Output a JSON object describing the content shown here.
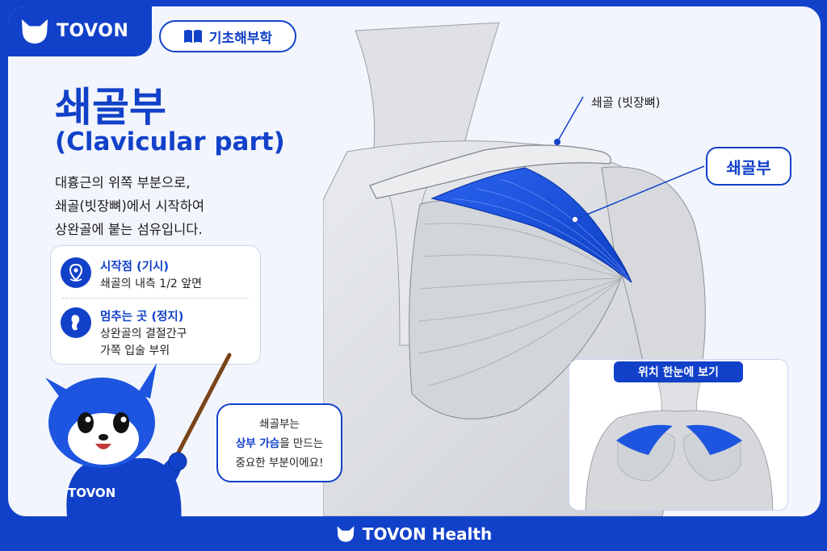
{
  "brand": {
    "name": "TOVON",
    "logo_icon": "fox-head-icon"
  },
  "category": {
    "label": "기초해부학",
    "icon": "book-icon"
  },
  "title": {
    "korean": "쇄골부",
    "english": "(Clavicular part)"
  },
  "description": [
    "대흉근의 위쪽 부분으로,",
    "쇄골(빗장뼈)에서 시작하여",
    "상완골에 붙는 섬유입니다."
  ],
  "info": [
    {
      "icon": "location-pin-icon",
      "heading": "시작점 (기시)",
      "lines": [
        "쇄골의 내측 1/2 앞면"
      ]
    },
    {
      "icon": "bone-icon",
      "heading": "멈추는 곳 (정지)",
      "lines": [
        "상완골의 결절간구",
        "가쪽 입술 부위"
      ]
    }
  ],
  "anatomy": {
    "clavicle_label": "쇄골 (빗장뼈)",
    "callout_label": "쇄골부"
  },
  "mini_view": {
    "title": "위치 한눈에 보기"
  },
  "speech_bubble": {
    "line1": "쇄골부는",
    "highlight": "상부 가슴",
    "line2_rest": "을 만드는",
    "line3": "중요한 부분이에요!"
  },
  "mascot": {
    "shirt_text": "TOVON"
  },
  "footer": {
    "text": "TOVON Health",
    "icon": "fox-head-icon"
  },
  "colors": {
    "accent": "#1241c9",
    "muscle_highlight": "#1d55e0",
    "background": "#f2f5fb"
  }
}
